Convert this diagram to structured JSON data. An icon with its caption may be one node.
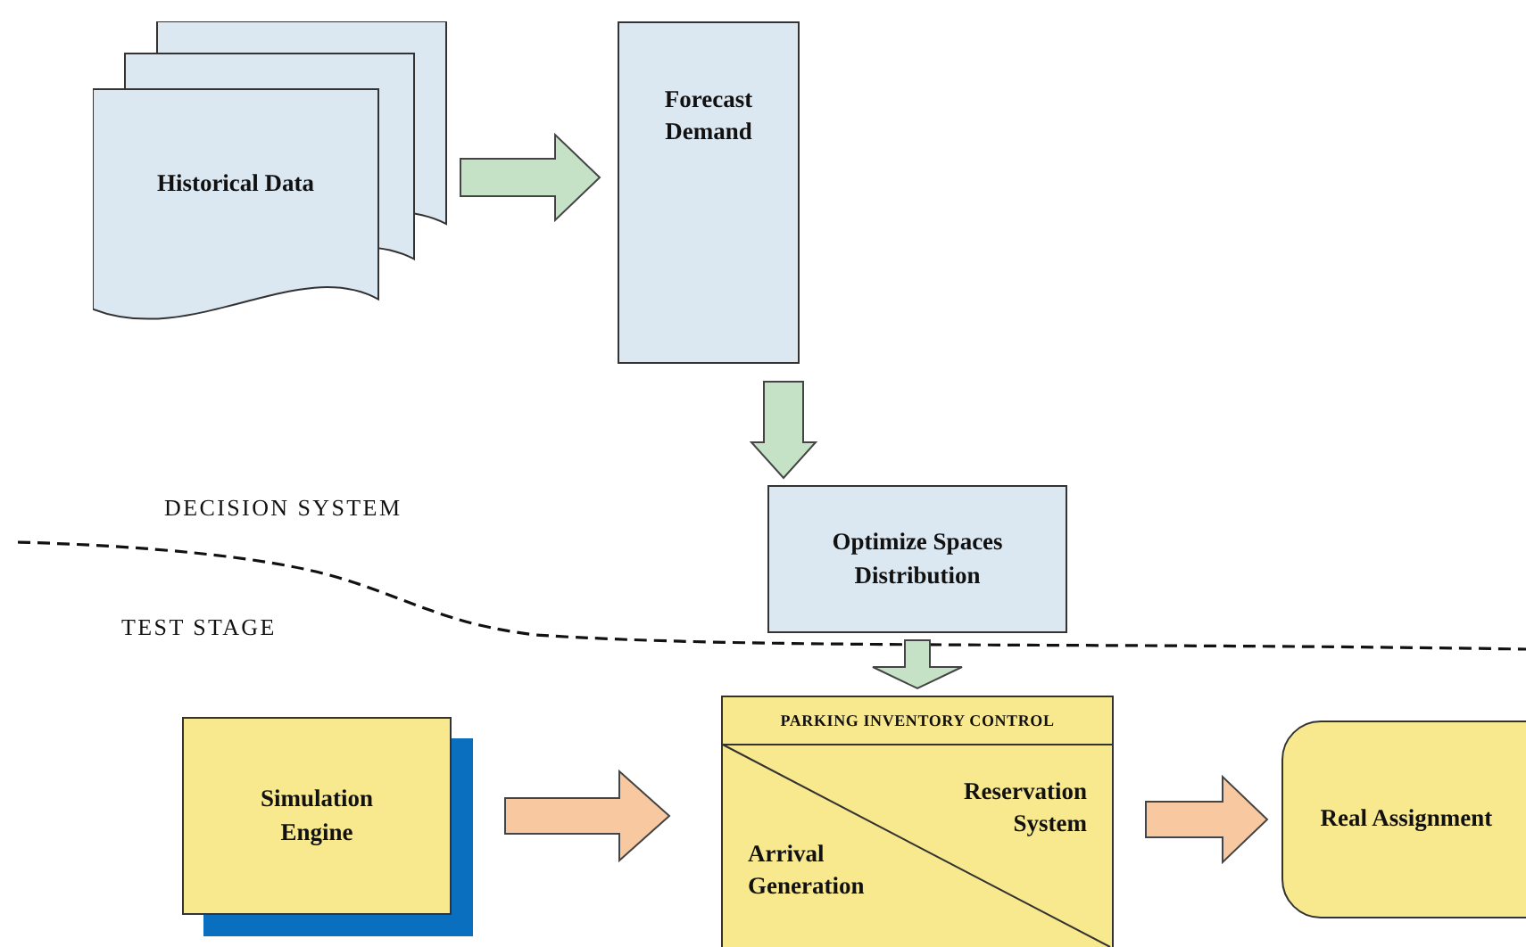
{
  "diagram": {
    "nodes": [
      {
        "text": [
          "Historical Data"
        ]
      },
      {
        "text": [
          "Forecast Demand"
        ]
      },
      {
        "text": [
          "Optimize Spaces Distribution"
        ]
      },
      {
        "text": [
          "PARKING INVENTORY CONTROL",
          "Reservation System",
          "Arrival Generation"
        ]
      },
      {
        "text": [
          "Simulation Engine"
        ]
      },
      {
        "text": [
          "Real Assignment"
        ]
      }
    ],
    "edges": [
      {
        "from": 0,
        "to": 1,
        "arrow": "to"
      },
      {
        "from": 1,
        "to": 2,
        "arrow": "to"
      },
      {
        "from": 2,
        "to": 3,
        "arrow": "to"
      },
      {
        "from": 4,
        "to": 3,
        "arrow": "to",
        "color": "#f8c8a0"
      },
      {
        "from": 3,
        "to": 5,
        "arrow": "to",
        "color": "#f8c8a0"
      }
    ],
    "labels": [
      "DECISION SYSTEM",
      "TEST STAGE"
    ]
  }
}
